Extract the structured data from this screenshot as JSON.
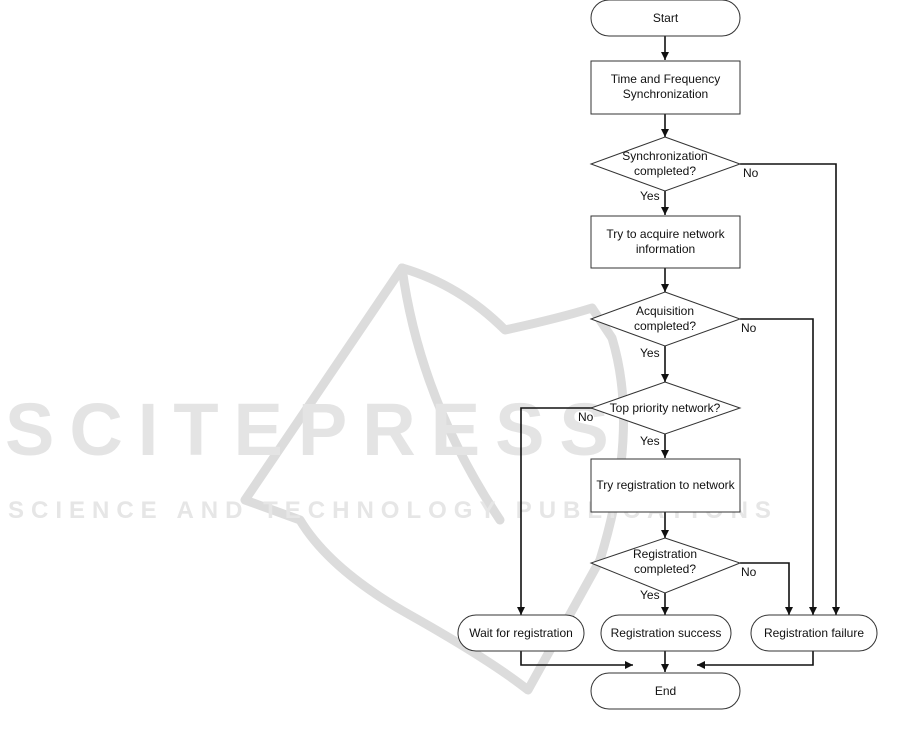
{
  "watermark": {
    "title": "SCITEPRESS",
    "subtitle": "SCIENCE AND TECHNOLOGY PUBLICATIONS"
  },
  "nodes": {
    "start": "Start",
    "sync": [
      "Time and Frequency",
      "Synchronization"
    ],
    "sync_check": [
      "Synchronization",
      "completed?"
    ],
    "acquire": [
      "Try to acquire network",
      "information"
    ],
    "acq_check": [
      "Acquisition",
      "completed?"
    ],
    "priority": "Top priority network?",
    "registration": "Try registration to network",
    "reg_check": [
      "Registration",
      "completed?"
    ],
    "wait": "Wait for registration",
    "success": "Registration success",
    "failure": "Registration failure",
    "end": "End"
  },
  "labels": {
    "sync_yes": "Yes",
    "sync_no": "No",
    "acq_yes": "Yes",
    "acq_no": "No",
    "priority_yes": "Yes",
    "priority_no": "No",
    "reg_yes": "Yes",
    "reg_no": "No"
  }
}
